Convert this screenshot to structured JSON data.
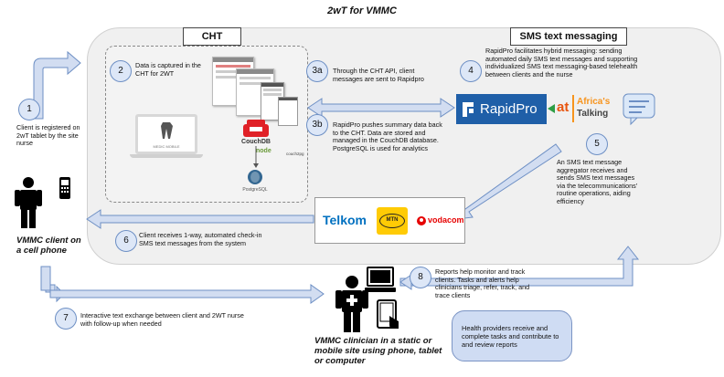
{
  "title": "2wT for VMMC",
  "sections": {
    "cht": "CHT",
    "sms": "SMS text messaging"
  },
  "steps": [
    {
      "num": "1",
      "text": "Client is registered on 2wT tablet by the site nurse"
    },
    {
      "num": "2",
      "text": "Data is captured in the CHT for 2WT"
    },
    {
      "num": "3a",
      "text": "Through the CHT API, client messages are sent to Rapidpro"
    },
    {
      "num": "3b",
      "text": "RapidPro pushes summary data back to the CHT. Data are stored and managed in the CouchDB database. PostgreSQL is used for analytics"
    },
    {
      "num": "4",
      "text": "RapidPro facilitates hybrid messaging: sending automated daily SMS text messages and supporting individualized SMS text messaging-based telehealth between clients and the nurse"
    },
    {
      "num": "5",
      "text": "An SMS text message aggregator receives and sends SMS text messages via the telecommunications' routine operations, aiding efficiency"
    },
    {
      "num": "6",
      "text": "Client receives 1-way, automated check-in SMS text messages from the system"
    },
    {
      "num": "7",
      "text": "Interactive text exchange between client and 2WT nurse with follow-up when needed"
    },
    {
      "num": "8",
      "text": "Reports help monitor and track clients. Tasks and alerts help clinicians triage, refer, track, and trace clients"
    }
  ],
  "callout": "Health providers receive and complete tasks and contribute to and review reports",
  "actors": {
    "client": "VMMC client on a cell phone",
    "clinician": "VMMC clinician in a static or mobile site using phone, tablet or computer"
  },
  "logos": {
    "medic": "MEDIC MOBILE",
    "couchdb": "CouchDB",
    "node": "node",
    "couch2pg": "couch2pg",
    "postgres": "PostgreSQL",
    "rapidpro": "RapidPro",
    "at": "at",
    "africas": "Africa's",
    "talking": "Talking",
    "telkom": "Telkom",
    "mtn": "MTN",
    "vodacom": "vodacom"
  },
  "colors": {
    "arrow_fill": "#d2ddf1",
    "arrow_stroke": "#6d8fc4",
    "panel": "#f0f0f0",
    "rapidpro_blue": "#1f5fa8",
    "couch_red": "#e02127",
    "telkom_blue": "#0070c0",
    "mtn_yellow": "#ffcb05",
    "vodacom_red": "#e60000",
    "africas_orange": "#f7941d",
    "at_green": "#2e9e45"
  }
}
